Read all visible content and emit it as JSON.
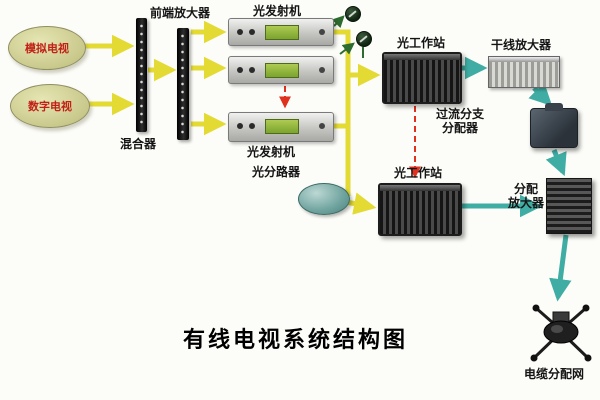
{
  "title": "有线电视系统结构图",
  "nodes": {
    "analog_tv": {
      "label": "模拟电视"
    },
    "digital_tv": {
      "label": "数字电视"
    },
    "mixer": {
      "label": "混合器"
    },
    "frontend_amp": {
      "label": "前端放大器"
    },
    "optical_tx_top": {
      "label": "光发射机"
    },
    "optical_tx_bottom": {
      "label": "光发射机"
    },
    "optical_splitter": {
      "label": "光分路器"
    },
    "optical_station_top": {
      "label": "光工作站"
    },
    "optical_station_bottom": {
      "label": "光工作站"
    },
    "trunk_amp": {
      "label": "干线放大器"
    },
    "overcurrent_splitter": {
      "label_line1": "过流分支",
      "label_line2": "分配器"
    },
    "dist_amp": {
      "label_line1": "分配",
      "label_line2": "放大器"
    },
    "cable_network": {
      "label": "电缆分配网"
    }
  },
  "colors": {
    "arrow_yellow": "#e4da34",
    "arrow_teal": "#3fada4",
    "dashed_red": "#e0301e",
    "arrow_green": "#2e6b2e",
    "cloud_fill": "#c9c98c",
    "label_red": "#c22016",
    "label_black": "#141414"
  }
}
